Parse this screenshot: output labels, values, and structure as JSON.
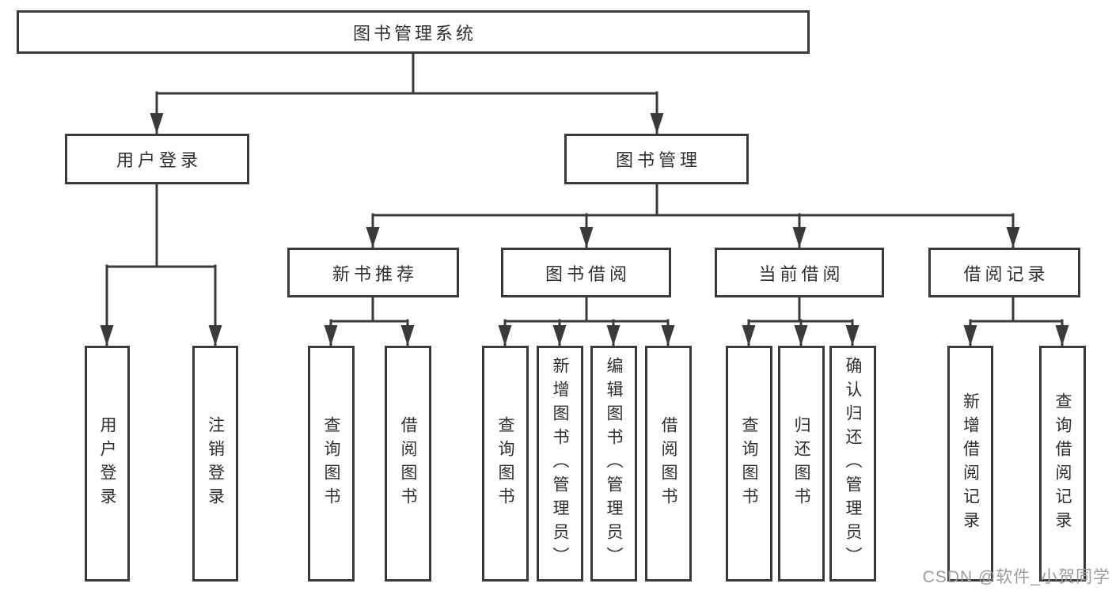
{
  "diagram": {
    "root": {
      "label": "图书管理系统"
    },
    "branches": [
      {
        "label": "用户登录",
        "children": [
          {
            "label": "用户登录"
          },
          {
            "label": "注销登录"
          }
        ]
      },
      {
        "label": "图书管理",
        "children": [
          {
            "label": "新书推荐",
            "children": [
              {
                "label": "查询图书"
              },
              {
                "label": "借阅图书"
              }
            ]
          },
          {
            "label": "图书借阅",
            "children": [
              {
                "label": "查询图书"
              },
              {
                "label": "新增图书（管理员）"
              },
              {
                "label": "编辑图书（管理员）"
              },
              {
                "label": "借阅图书"
              }
            ]
          },
          {
            "label": "当前借阅",
            "children": [
              {
                "label": "查询图书"
              },
              {
                "label": "归还图书"
              },
              {
                "label": "确认归还（管理员）"
              }
            ]
          },
          {
            "label": "借阅记录",
            "children": [
              {
                "label": "新增借阅记录"
              },
              {
                "label": "查询借阅记录"
              }
            ]
          }
        ]
      }
    ]
  },
  "watermark": {
    "text": "CSDN @软件_小贺同学"
  },
  "colors": {
    "line": "#3a3a3a",
    "text": "#2f2f2f",
    "watermark": "#9c9c9c",
    "background": "#ffffff"
  }
}
